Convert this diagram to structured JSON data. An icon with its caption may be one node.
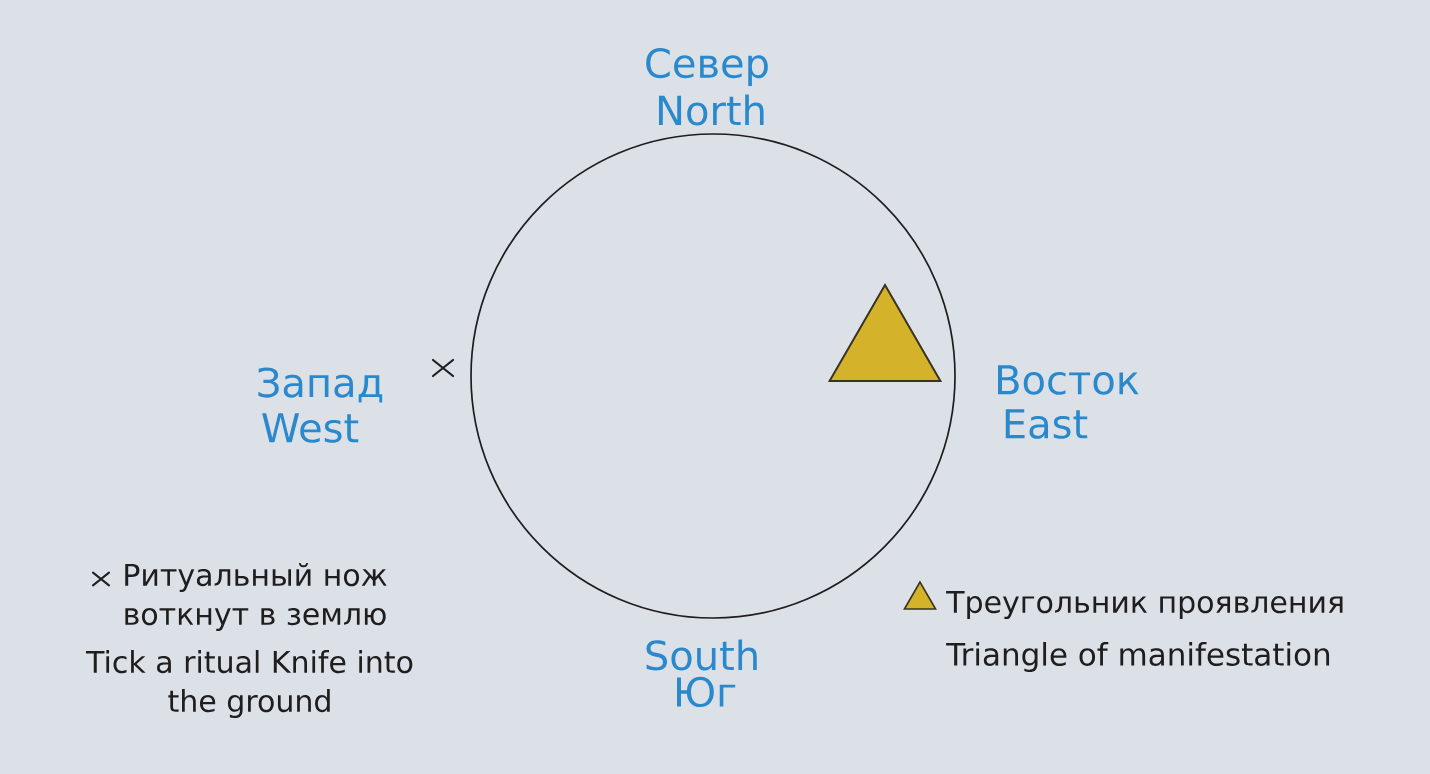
{
  "diagram": {
    "nodes": [
      {
        "text": [],
        "shape": "circle"
      },
      {
        "text": [],
        "shape": "cross"
      },
      {
        "text": [],
        "shape": "triangle",
        "in": 0
      }
    ],
    "labels": [
      "Север",
      "North",
      "Запад",
      "West",
      "Восток",
      "East",
      "South",
      "Юг",
      "Tick a ritual Knife into the ground",
      "Triangle of manifestation"
    ],
    "legend": [
      {
        "text": "Ритуальный нож воткнут в землю"
      },
      {
        "text": "Треугольник проявления"
      }
    ]
  }
}
